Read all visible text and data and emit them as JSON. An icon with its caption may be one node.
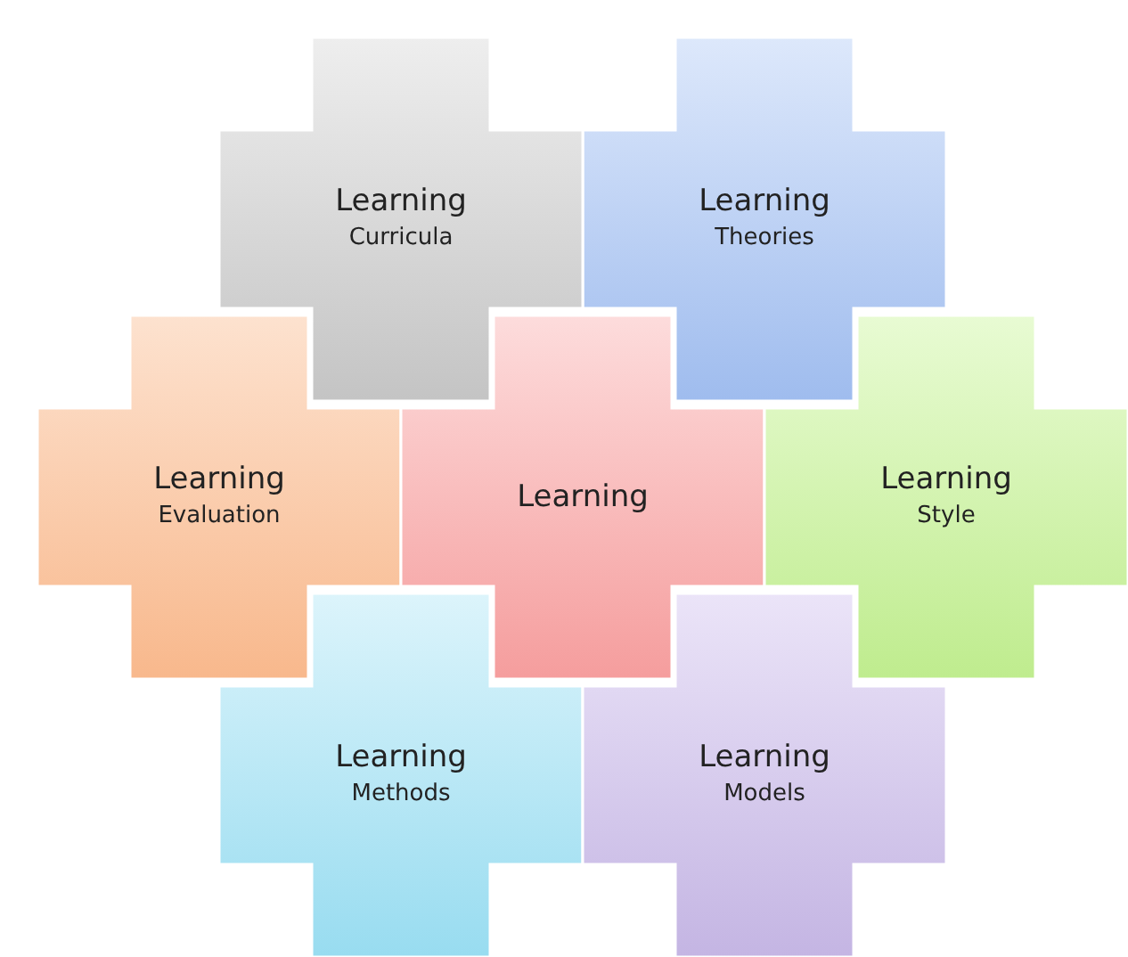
{
  "diagram": {
    "nodes": [
      {
        "text": [
          "Learning",
          "Curricula"
        ]
      },
      {
        "text": [
          "Learning",
          "Theories"
        ]
      },
      {
        "text": [
          "Learning",
          "Evaluation"
        ]
      },
      {
        "text": [
          "Learning"
        ]
      },
      {
        "text": [
          "Learning",
          "Style"
        ]
      },
      {
        "text": [
          "Learning",
          "Methods"
        ]
      },
      {
        "text": [
          "Learning",
          "Models"
        ]
      }
    ]
  }
}
